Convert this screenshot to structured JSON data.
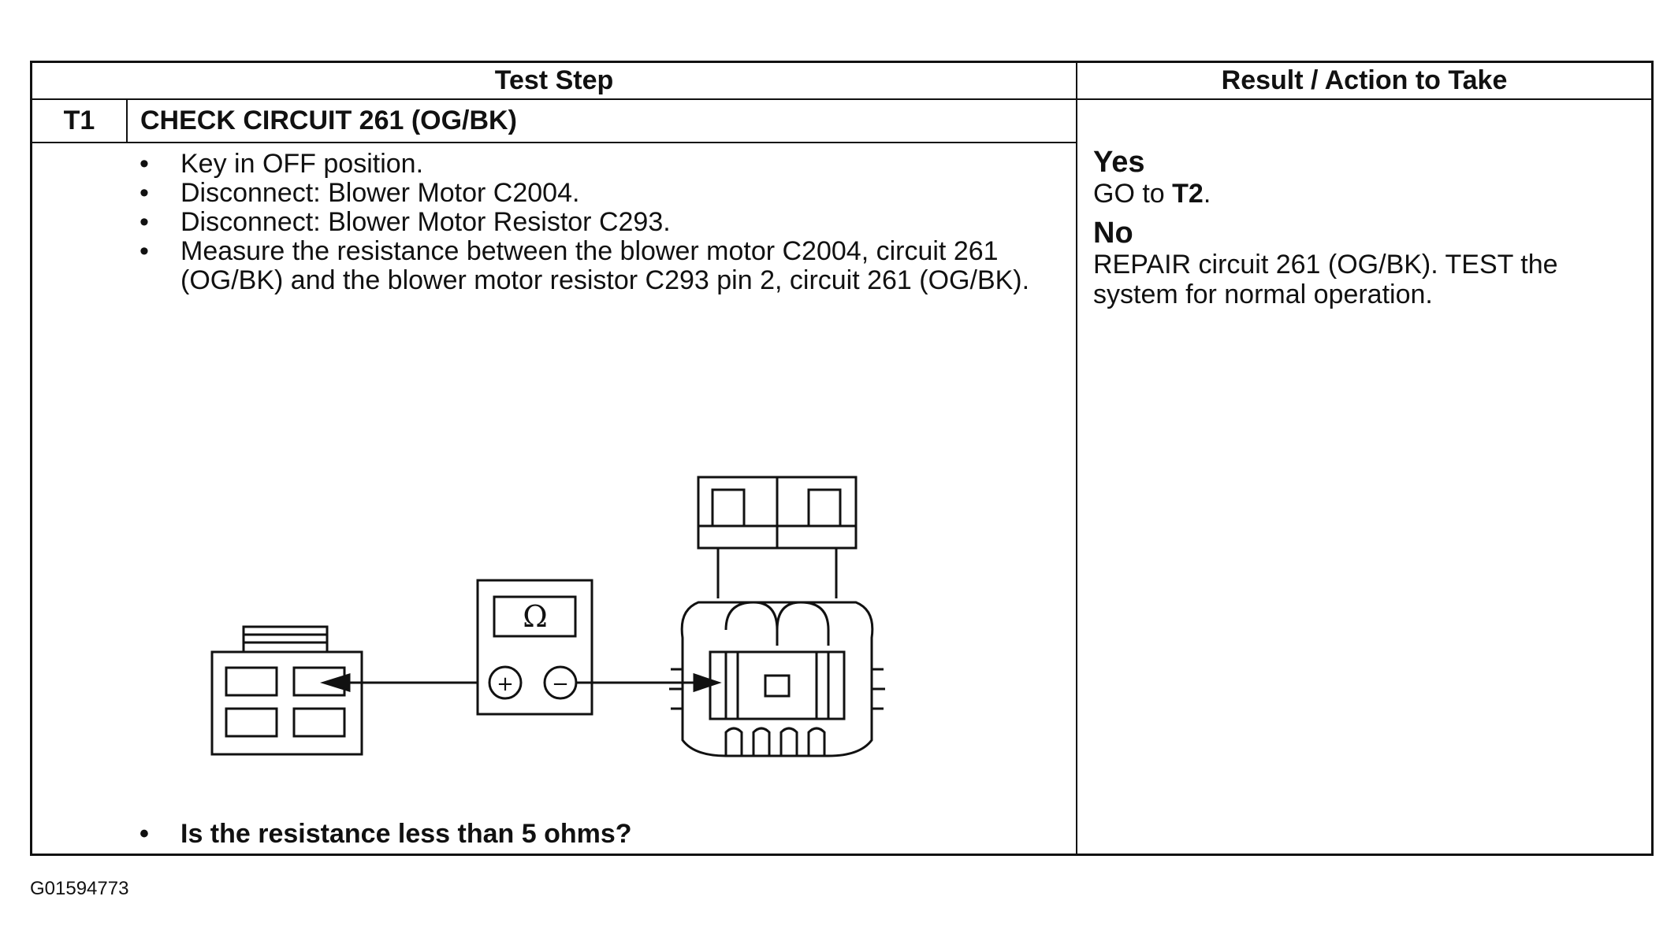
{
  "table": {
    "header_left": "Test Step",
    "header_right": "Result / Action to Take",
    "step_id": "T1",
    "step_title": "CHECK CIRCUIT 261 (OG/BK)",
    "bullet": "•",
    "instructions": [
      "Key in OFF position.",
      "Disconnect: Blower Motor C2004.",
      "Disconnect: Blower Motor Resistor C293.",
      "Measure the resistance between the blower motor C2004, circuit 261 (OG/BK) and the blower motor resistor C293 pin 2, circuit 261 (OG/BK)."
    ],
    "question": "Is the resistance less than 5 ohms?"
  },
  "diagram": {
    "meter_symbol": "Ω",
    "plus_symbol": "+",
    "minus_symbol": "−"
  },
  "results": {
    "yes_label": "Yes",
    "yes_prefix": "GO to ",
    "yes_target": "T2",
    "yes_suffix": ".",
    "no_label": "No",
    "no_text": "REPAIR circuit 261 (OG/BK). TEST the system for normal operation."
  },
  "footer": {
    "figure_code": "G01594773"
  }
}
